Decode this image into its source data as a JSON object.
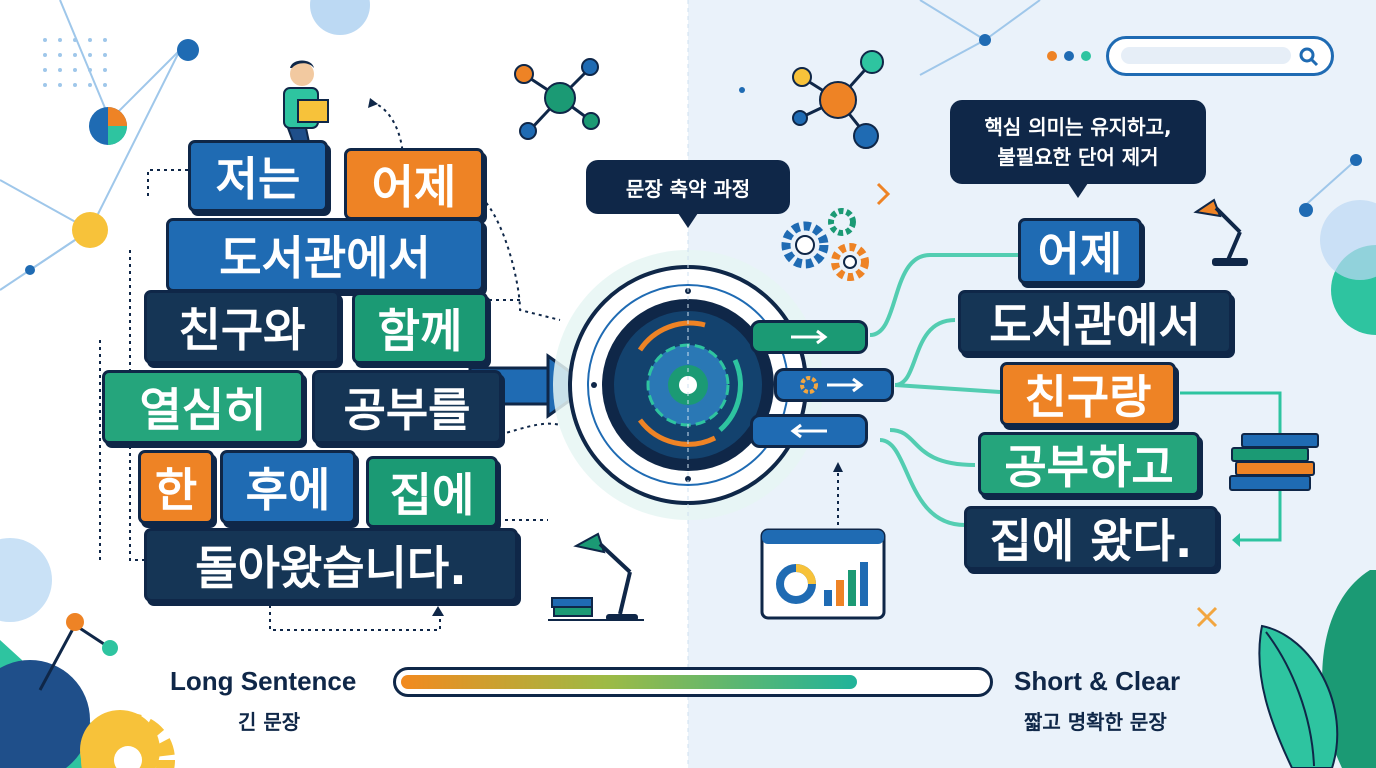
{
  "left_words": {
    "w1": "저는",
    "w2": "어제",
    "w3": "도서관에서",
    "w4": "친구와",
    "w5": "함께",
    "w6": "열심히",
    "w7": "공부를",
    "w8": "한",
    "w9": "후에",
    "w10": "집에",
    "w11": "돌아왔습니다."
  },
  "process_bubble": "문장 축약 과정",
  "meaning_bubble": {
    "line1": "핵심 의미는 유지하고,",
    "line2": "불필요한 단어 제거"
  },
  "right_words": {
    "r1": "어제",
    "r2": "도서관에서",
    "r3": "친구랑",
    "r4": "공부하고",
    "r5": "집에 왔다."
  },
  "progress": {
    "left_label_en": "Long Sentence",
    "left_label_ko": "긴 문장",
    "right_label_en": "Short & Clear",
    "right_label_ko": "짧고 명확한 문장",
    "fill_fraction": 0.78
  },
  "colors": {
    "navy": "#0f2748",
    "blue": "#1f6bb3",
    "orange": "#ee8325",
    "green": "#1b9a74",
    "teal": "#2ec4a0"
  },
  "icons": [
    "gear-icon",
    "search-icon",
    "desk-lamp-icon",
    "book-stack-icon",
    "bar-chart-icon",
    "molecule-icon",
    "reading-person-icon",
    "leaf-icon"
  ]
}
